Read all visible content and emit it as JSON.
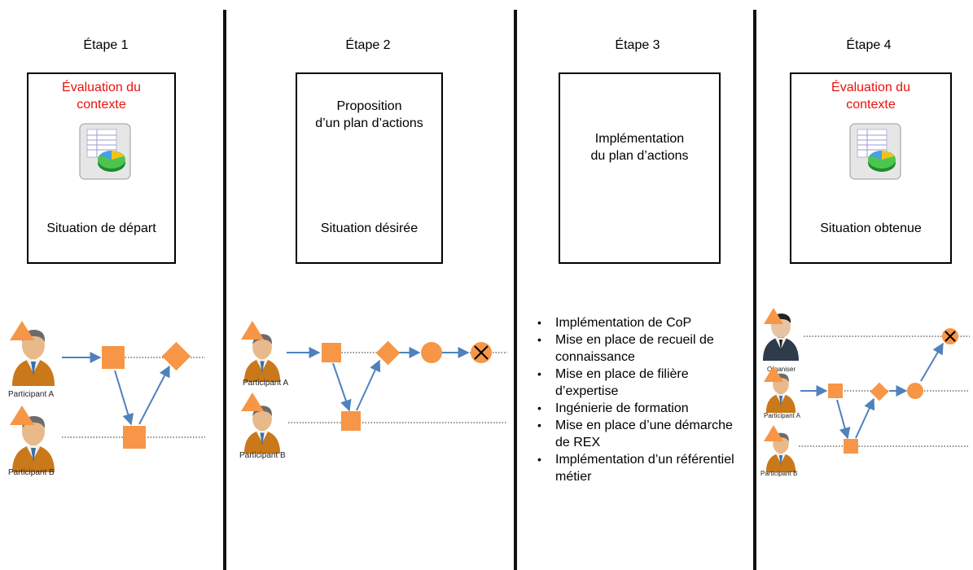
{
  "steps": [
    {
      "title": "Étape 1",
      "top_red": "Évaluation du\ncontexte",
      "bottom": "Situation de départ"
    },
    {
      "title": "Étape 2",
      "top": "Proposition\nd’un plan d’actions",
      "bottom": "Situation désirée"
    },
    {
      "title": "Étape 3",
      "top": "Implémentation\ndu plan d’actions"
    },
    {
      "title": "Étape 4",
      "top_red": "Évaluation du\ncontexte",
      "bottom": "Situation obtenue"
    }
  ],
  "participants": {
    "a": "Participant A",
    "b": "Participant B",
    "organiser": "Organiser"
  },
  "bullets": [
    "Implémentation de CoP",
    "Mise en place de recueil de connaissance",
    "Mise en place de filière d’expertise",
    "Ingénierie de formation",
    "Mise en place d’une démarche de REX",
    "Implémentation d’un référentiel métier"
  ],
  "colors": {
    "shape": "#f79646",
    "arrow": "#4f81bd",
    "red_text": "#e8120c",
    "divider": "#111111"
  }
}
